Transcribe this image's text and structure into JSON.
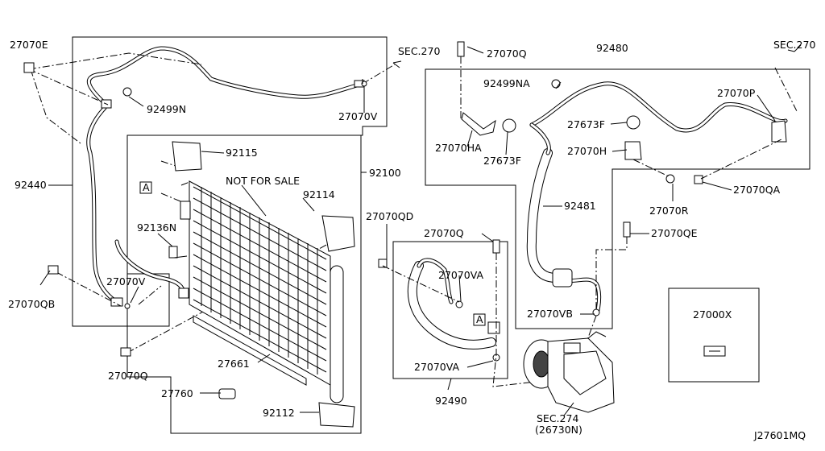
{
  "labels": {
    "p27070E": "27070E",
    "p92499N": "92499N",
    "sec270_left": "SEC.270",
    "p27070V_top": "27070V",
    "p92440": "92440",
    "p92115": "92115",
    "p92100": "92100",
    "not_for_sale": "NOT FOR SALE",
    "p92114": "92114",
    "ref_a_left": "A",
    "p92136N": "92136N",
    "p27070V_low": "27070V",
    "p27070QB": "27070QB",
    "p27070Q_left": "27070Q",
    "p27661": "27661",
    "p27760": "27760",
    "p92112": "92112",
    "p27070QD": "27070QD",
    "p27070Q_mid": "27070Q",
    "p27070VA_top": "27070VA",
    "ref_a_mid": "A",
    "p27070VA_low": "27070VA",
    "p92490": "92490",
    "p27070Q_top": "27070Q",
    "p92480": "92480",
    "sec270_right": "SEC.270",
    "p92499NA": "92499NA",
    "p27070P": "27070P",
    "p27673F_a": "27673F",
    "p27070HA": "27070HA",
    "p27673F_b": "27673F",
    "p27070H": "27070H",
    "p27070QA": "27070QA",
    "p92481": "92481",
    "p27070R": "27070R",
    "p27070QE": "27070QE",
    "p27070VB": "27070VB",
    "p27000X": "27000X",
    "sec274": "SEC.274",
    "sec274_sub": "(26730N)",
    "diagram_id": "J27601MQ"
  }
}
